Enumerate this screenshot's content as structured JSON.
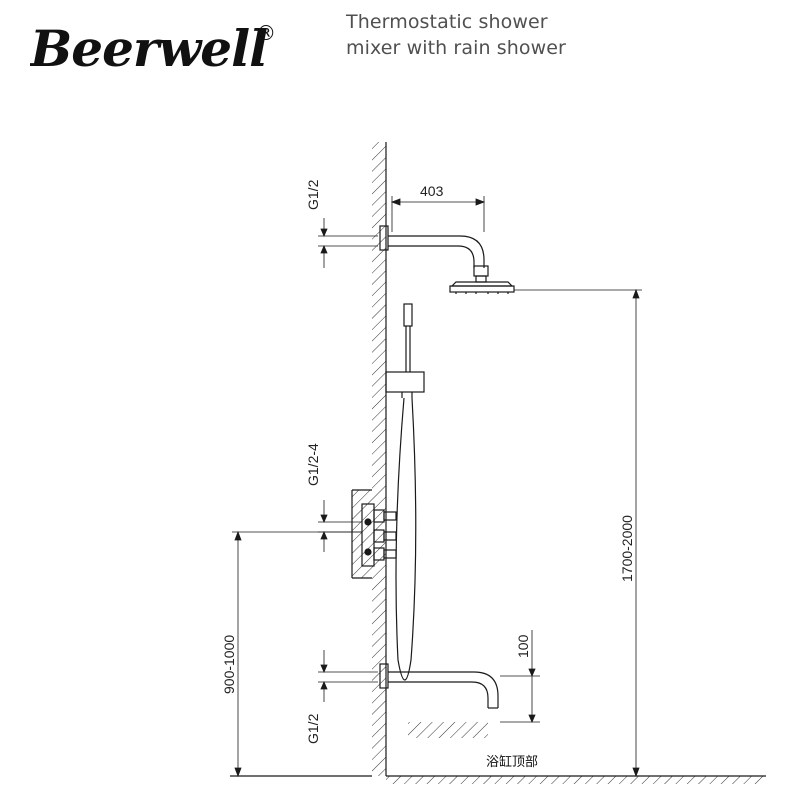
{
  "brand": {
    "logo_text": "Beerwell",
    "registered_mark": "®"
  },
  "title": {
    "line1": "Thermostatic shower",
    "line2": "mixer with rain shower"
  },
  "dimensions": {
    "arm_length": "403",
    "top_inlet": "G1/2",
    "mixer_inlet": "G1/2-4",
    "bottom_inlet": "G1/2",
    "head_height": "1700-2000",
    "mixer_height": "900-1000",
    "spout_clearance": "100"
  },
  "labels": {
    "bathtub_top": "浴缸顶部"
  },
  "colors": {
    "line": "#1a1a1a",
    "text": "#505050"
  }
}
